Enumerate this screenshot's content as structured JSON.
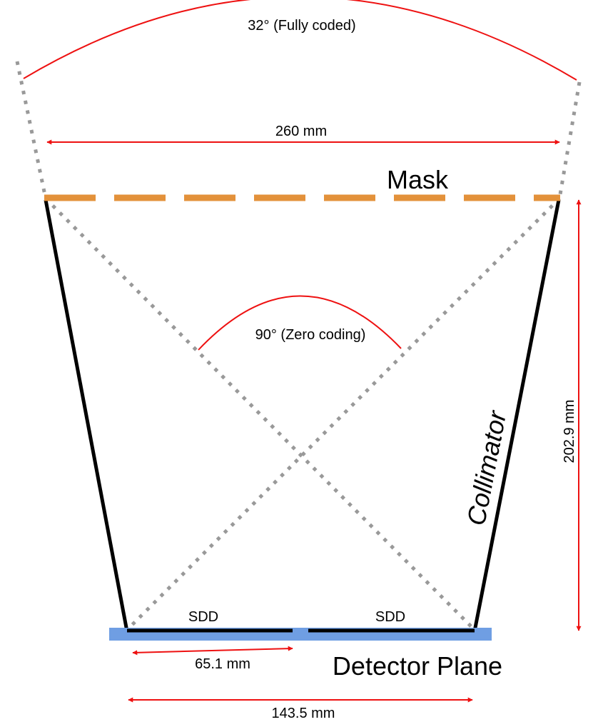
{
  "labels": {
    "fully_coded": "32° (Fully coded)",
    "mask_width": "260 mm",
    "mask": "Mask",
    "zero_coding": "90° (Zero coding)",
    "height": "202.9 mm",
    "collimator": "Collimator",
    "sdd_left": "SDD",
    "sdd_right": "SDD",
    "sdd_width": "65.1 mm",
    "detector_plane": "Detector Plane",
    "detector_width": "143.5 mm"
  },
  "colors": {
    "dimension": "#ee1111",
    "mask": "#e3913a",
    "detector": "#6f9ee3",
    "collimator": "#000000",
    "ray": "#999999"
  }
}
